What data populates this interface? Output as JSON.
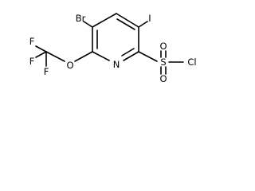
{
  "molecule": {
    "atoms": {
      "br": "Br",
      "i": "I",
      "n": "N",
      "o_ether": "O",
      "f1": "F",
      "f2": "F",
      "f3": "F",
      "s": "S",
      "o_s1": "O",
      "o_s2": "O",
      "cl": "Cl"
    }
  }
}
